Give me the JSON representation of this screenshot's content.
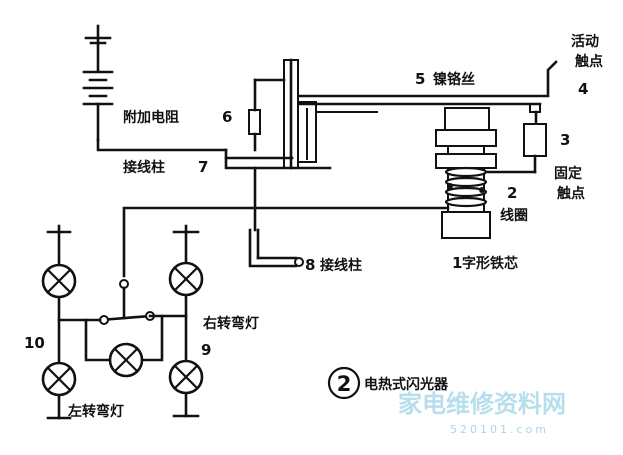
{
  "caption": {
    "number": "2",
    "text": "电热式闪光器"
  },
  "labels": {
    "movable_contact_line1": "活动",
    "movable_contact_line2": "触点",
    "movable_contact_num": "4",
    "nichrome_num": "5",
    "nichrome_text": "镍铬丝",
    "resistor_text": "附加电阻",
    "resistor_num": "6",
    "terminal7_text": "接线柱",
    "terminal7_num": "7",
    "fixed_contact_num": "3",
    "fixed_contact_line1": "固定",
    "fixed_contact_line2": "触点",
    "coil_num": "2",
    "coil_text": "线圈",
    "core_num": "1",
    "core_text": "字形铁芯",
    "terminal8_num": "8",
    "terminal8_text": "接线柱",
    "right_lamp_text": "右转弯灯",
    "right_lamp_num": "9",
    "left_lamp_text": "左转弯灯",
    "left_lamp_num": "10"
  },
  "watermark": {
    "main": "家电维修资料网",
    "sub": "520101.com"
  }
}
